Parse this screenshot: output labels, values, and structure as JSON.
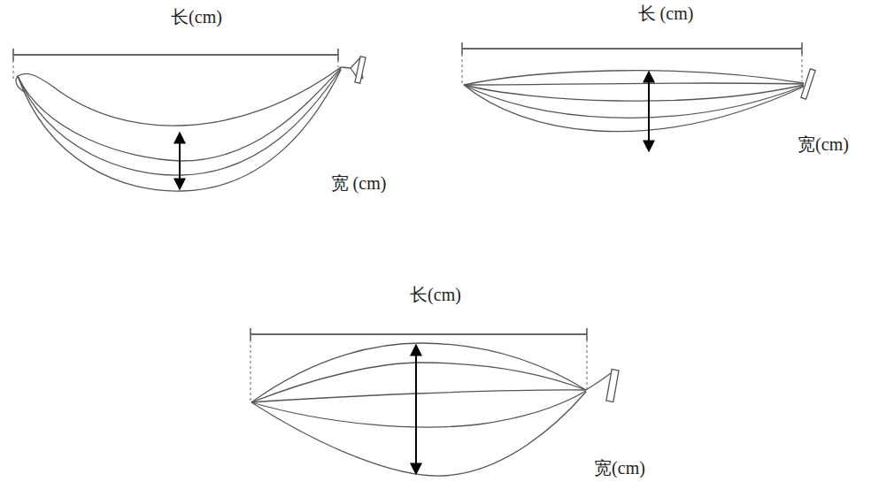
{
  "diagram": {
    "labels": [
      "长(cm)",
      "宽 (cm)",
      "长 (cm)",
      "宽(cm)",
      "长(cm)",
      "宽(cm)"
    ]
  }
}
